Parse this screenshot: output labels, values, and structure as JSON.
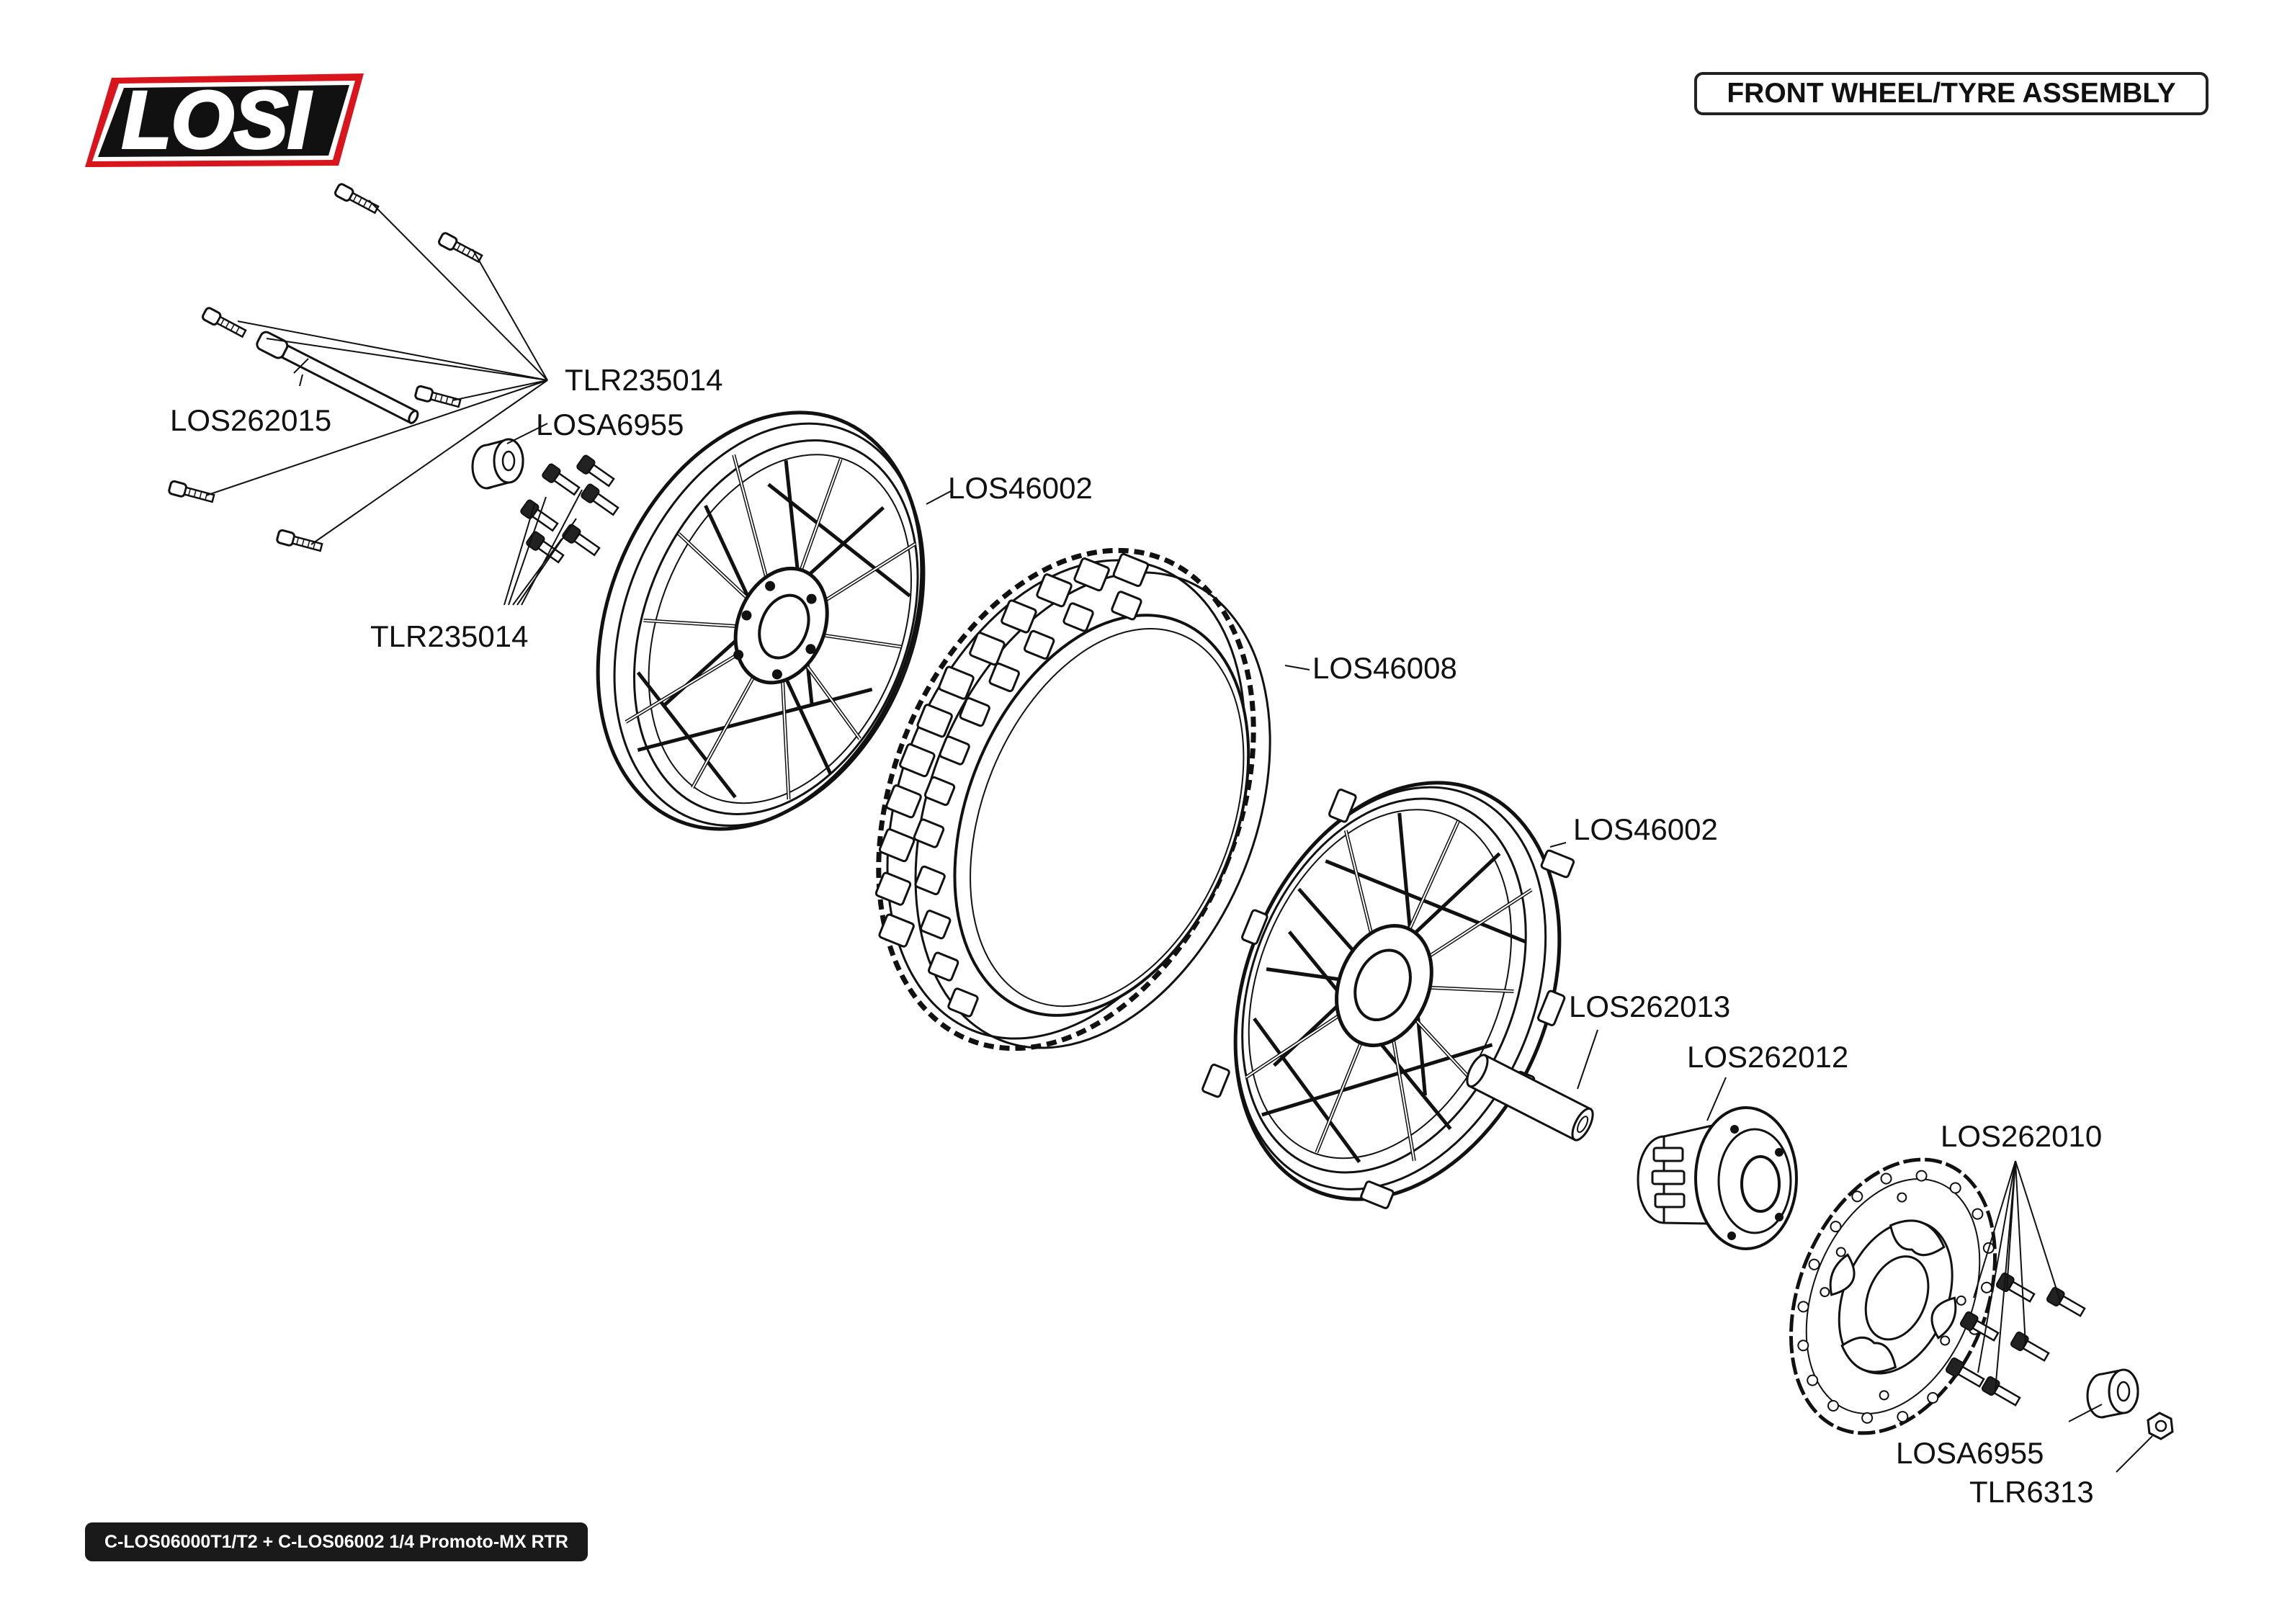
{
  "header": {
    "brand": "LOSI",
    "title": "FRONT WHEEL/TYRE ASSEMBLY"
  },
  "footer": {
    "text": "C-LOS06000T1/T2 + C-LOS06002 1/4 Promoto-MX RTR"
  },
  "labels": {
    "screws_top": "TLR235014",
    "axle_pin": "LOS262015",
    "bearing_left": "LOSA6955",
    "rim_left": "LOS46002",
    "screws_hub": "TLR235014",
    "tyre": "LOS46008",
    "rim_right": "LOS46002",
    "spacer": "LOS262013",
    "hub": "LOS262012",
    "brake_disc": "LOS262010",
    "bearing_right": "LOSA6955",
    "nut": "TLR6313"
  },
  "colors": {
    "line": "#111111",
    "logo_red": "#d8141c",
    "footer_bg": "#1a1a1a"
  }
}
